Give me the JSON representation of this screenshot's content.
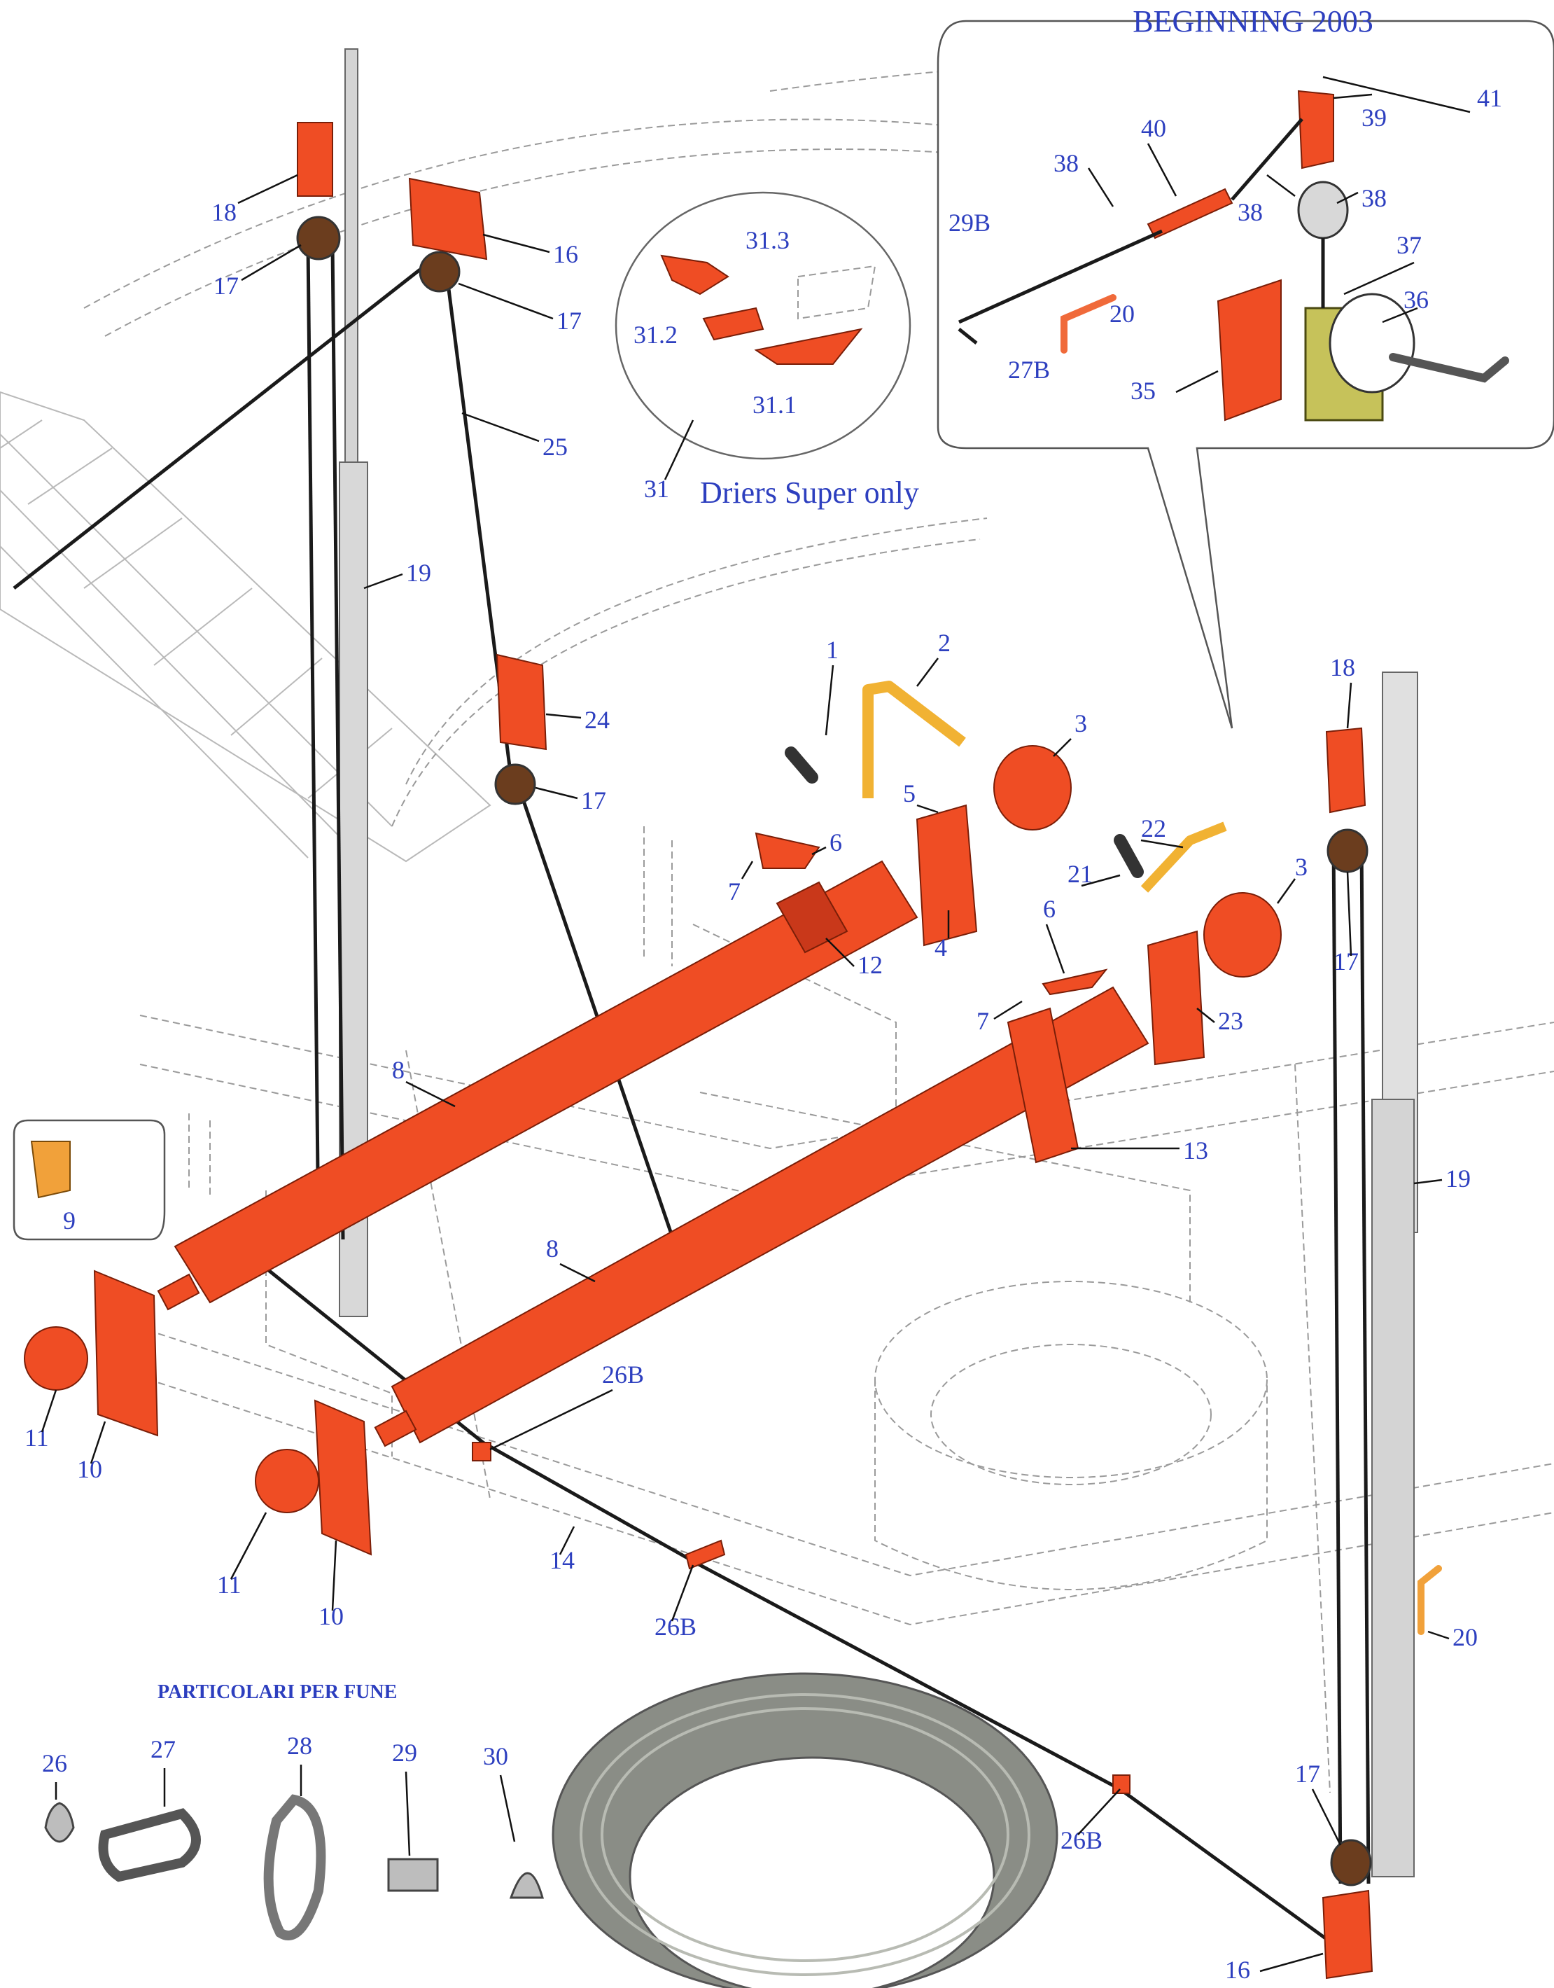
{
  "header": {
    "title": "BEGINNING 2003",
    "inset_group": "41"
  },
  "inset_driers": {
    "caption": "Driers Super only",
    "group": "31"
  },
  "section_rope": {
    "title": "PARTICOLARI PER FUNE"
  },
  "labels": {
    "l1": "1",
    "l2": "2",
    "l3a": "3",
    "l3b": "3",
    "l4": "4",
    "l5": "5",
    "l6a": "6",
    "l6b": "6",
    "l7a": "7",
    "l7b": "7",
    "l8a": "8",
    "l8b": "8",
    "l9": "9",
    "l10a": "10",
    "l10b": "10",
    "l11a": "11",
    "l11b": "11",
    "l12": "12",
    "l13": "13",
    "l14": "14",
    "l16a": "16",
    "l16b": "16",
    "l17a": "17",
    "l17b": "17",
    "l17c": "17",
    "l17d": "17",
    "l17e": "17",
    "l18a": "18",
    "l18b": "18",
    "l19a": "19",
    "l19b": "19",
    "l20a": "20",
    "l20b": "20",
    "l21": "21",
    "l22": "22",
    "l23": "23",
    "l24": "24",
    "l25": "25",
    "l26": "26",
    "l26Ba": "26B",
    "l26Bb": "26B",
    "l26Bc": "26B",
    "l27": "27",
    "l27B": "27B",
    "l28": "28",
    "l29": "29",
    "l29B": "29B",
    "l30": "30",
    "l31_1": "31.1",
    "l31_2": "31.2",
    "l31_3": "31.3",
    "l35": "35",
    "l36": "36",
    "l37": "37",
    "l38a": "38",
    "l38b": "38",
    "l38c": "38",
    "l39": "39",
    "l40": "40"
  },
  "colors": {
    "label_blue": "#2d3fbf",
    "part_red": "#ef4d24",
    "part_yellow": "#f1b233",
    "winch_green": "#c6c25a",
    "cable_black": "#1a1a1a",
    "ghost_gray": "#9a9a9a"
  }
}
